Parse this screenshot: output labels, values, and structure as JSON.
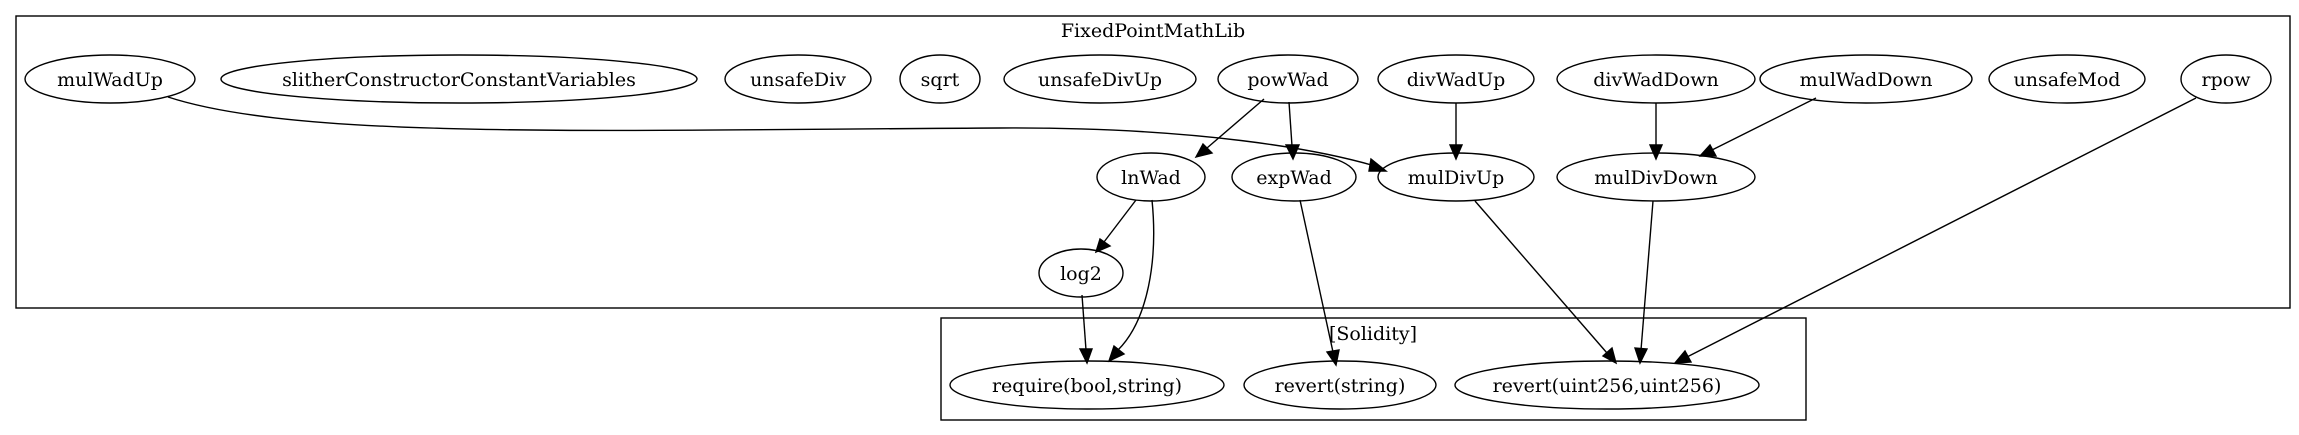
{
  "clusters": {
    "main": {
      "label": "FixedPointMathLib"
    },
    "solidity": {
      "label": "[Solidity]"
    }
  },
  "nodes": {
    "mulWadUp": "mulWadUp",
    "slither": "slitherConstructorConstantVariables",
    "unsafeDiv": "unsafeDiv",
    "sqrt": "sqrt",
    "unsafeDivUp": "unsafeDivUp",
    "powWad": "powWad",
    "divWadUp": "divWadUp",
    "divWadDown": "divWadDown",
    "mulWadDown": "mulWadDown",
    "unsafeMod": "unsafeMod",
    "rpow": "rpow",
    "lnWad": "lnWad",
    "expWad": "expWad",
    "mulDivUp": "mulDivUp",
    "mulDivDown": "mulDivDown",
    "log2": "log2",
    "require": "require(bool,string)",
    "revertString": "revert(string)",
    "revertUint": "revert(uint256,uint256)"
  },
  "edges": [
    {
      "from": "mulWadUp",
      "to": "mulDivUp"
    },
    {
      "from": "powWad",
      "to": "lnWad"
    },
    {
      "from": "powWad",
      "to": "expWad"
    },
    {
      "from": "divWadUp",
      "to": "mulDivUp"
    },
    {
      "from": "divWadDown",
      "to": "mulDivDown"
    },
    {
      "from": "mulWadDown",
      "to": "mulDivDown"
    },
    {
      "from": "lnWad",
      "to": "log2"
    },
    {
      "from": "lnWad",
      "to": "require"
    },
    {
      "from": "log2",
      "to": "require"
    },
    {
      "from": "expWad",
      "to": "revertString"
    },
    {
      "from": "mulDivUp",
      "to": "revertUint"
    },
    {
      "from": "mulDivDown",
      "to": "revertUint"
    },
    {
      "from": "rpow",
      "to": "revertUint"
    }
  ]
}
